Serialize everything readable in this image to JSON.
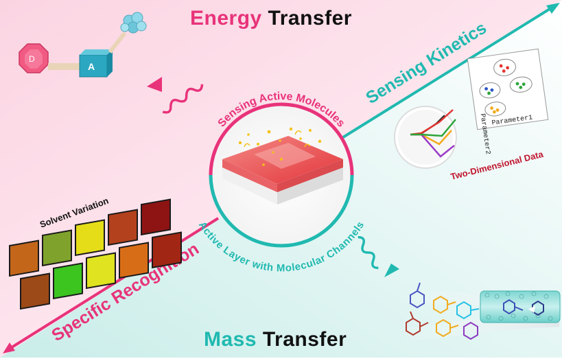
{
  "titles": {
    "energy_word": "Energy",
    "energy_rest": " Transfer",
    "mass_word": "Mass",
    "mass_rest": " Transfer"
  },
  "axis_labels": {
    "sensing_kinetics": "Sensing Kinetics",
    "specific_recognition": "Specific Recognition"
  },
  "ring_labels": {
    "top": "Sensing Active Molecules",
    "bottom": "Active Layer with Molecular Channels"
  },
  "molecule": {
    "donor": "D",
    "acceptor": "A"
  },
  "solvent_panel": {
    "label": "Solvent Variation",
    "tiles_row1": [
      "#c3661a",
      "#7fa22c",
      "#e5dd18",
      "#b3411d",
      "#8e1414"
    ],
    "tiles_row2": [
      "#9c4a17",
      "#3cc41f",
      "#dfe320",
      "#d86d17",
      "#a22614"
    ]
  },
  "data_panel": {
    "axis_x": "Parameter1",
    "axis_y": "Parameter2",
    "caption": "Two-Dimensional Data"
  },
  "colors": {
    "pink": "#e8337a",
    "teal": "#20b9b0",
    "caption_red": "#c0142c"
  }
}
